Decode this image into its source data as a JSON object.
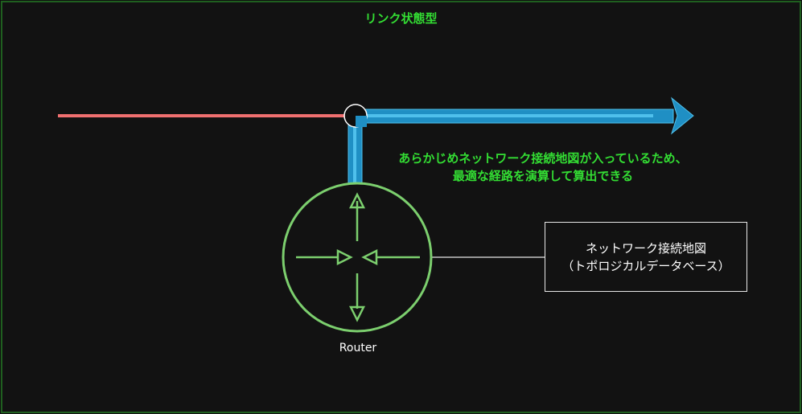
{
  "title": "リンク状態型",
  "annotation": {
    "line1": "あらかじめネットワーク接続地図が入っているため、",
    "line2": "最適な経路を演算して算出できる"
  },
  "router": {
    "label": "Router"
  },
  "database": {
    "line1": "ネットワーク接続地図",
    "line2": "（トポロジカルデータベース）"
  },
  "colors": {
    "background": "#121212",
    "frame": "#1f5f1f",
    "title_green": "#33dd33",
    "router_green": "#7ccf6e",
    "incoming_red": "#f07070",
    "route_blue": "#1f8fc4",
    "route_blue_light": "#4fc0ec"
  }
}
